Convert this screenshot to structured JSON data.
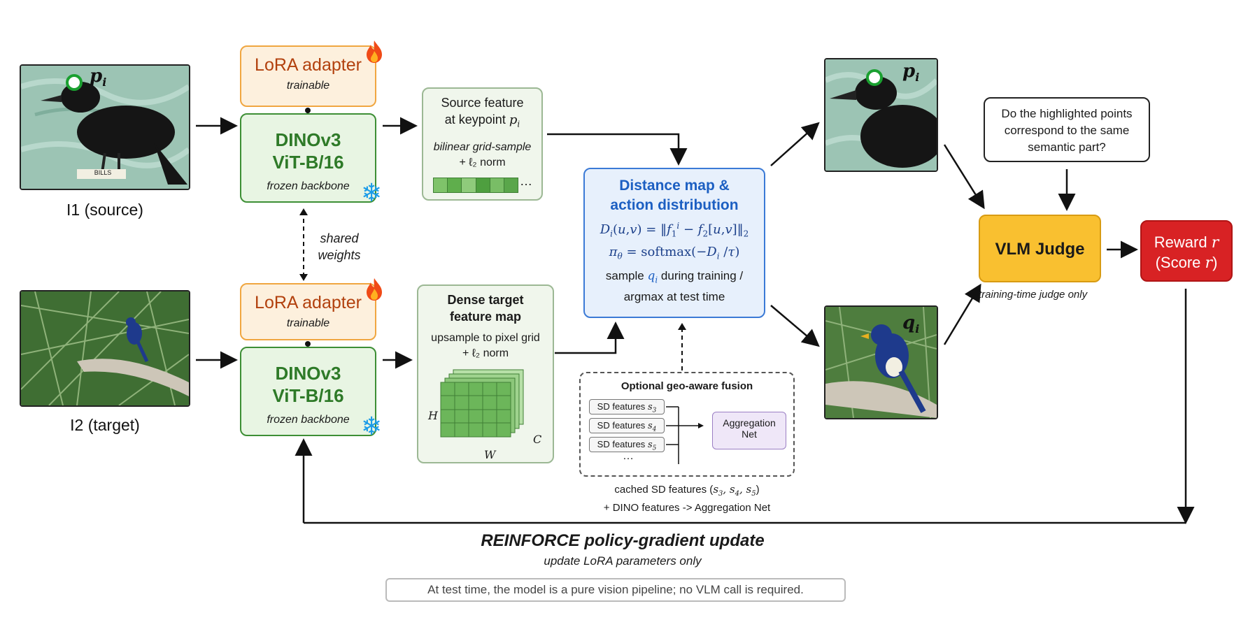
{
  "source": {
    "caption": "I1 (source)",
    "point_label": "p",
    "point_sub": "i",
    "sign_text": "BILLS"
  },
  "target": {
    "caption": "I2 (target)"
  },
  "lora_top": {
    "title": "LoRA adapter",
    "sub": "trainable"
  },
  "lora_bottom": {
    "title": "LoRA adapter",
    "sub": "trainable"
  },
  "dino_top": {
    "line1": "DINOv3",
    "line2": "ViT-B/16",
    "sub": "frozen backbone"
  },
  "dino_bottom": {
    "line1": "DINOv3",
    "line2": "ViT-B/16",
    "sub": "frozen backbone"
  },
  "shared": {
    "line1": "shared",
    "line2": "weights"
  },
  "source_feature": {
    "title1": "Source feature",
    "title2": "at keypoint",
    "sample": "bilinear grid-sample",
    "norm": "+ ℓ₂ norm",
    "ellipsis": "…"
  },
  "dense_target": {
    "title1": "Dense target",
    "title2": "feature map",
    "sample": "upsample to pixel grid",
    "norm": "+ ℓ₂ norm",
    "h": "H",
    "w": "W",
    "c": "C"
  },
  "distance": {
    "title1": "Distance map &",
    "title2": "action distribution",
    "sample1": "sample",
    "sample2": "during training /",
    "sample3": "argmax at test time"
  },
  "geo": {
    "title": "Optional geo-aware fusion",
    "sd3": "SD features",
    "sd4": "SD features",
    "sd5": "SD features",
    "ellipsis": "…",
    "agg1": "Aggregation",
    "agg2": "Net",
    "note1": "cached SD features",
    "note2": "+ DINO features -> Aggregation Net"
  },
  "question": {
    "line1": "Do the highlighted points",
    "line2": "correspond to the same",
    "line3": "semantic part?"
  },
  "judge": {
    "label": "VLM Judge",
    "sub": "training-time judge only"
  },
  "reward": {
    "line1": "Reward",
    "line2": "(Score"
  },
  "update": {
    "title": "REINFORCE policy-gradient update",
    "sub": "update LoRA parameters only"
  },
  "footer": {
    "note": "At test time, the model is a pure vision pipeline; no VLM call is required."
  },
  "colors": {
    "lora_border": "#f0a640",
    "dino_border": "#3d8f35",
    "distance_border": "#3b7ad6",
    "judge_fill": "#f9c030",
    "reward_fill": "#d82224",
    "snowflake": "#1a9be8"
  }
}
